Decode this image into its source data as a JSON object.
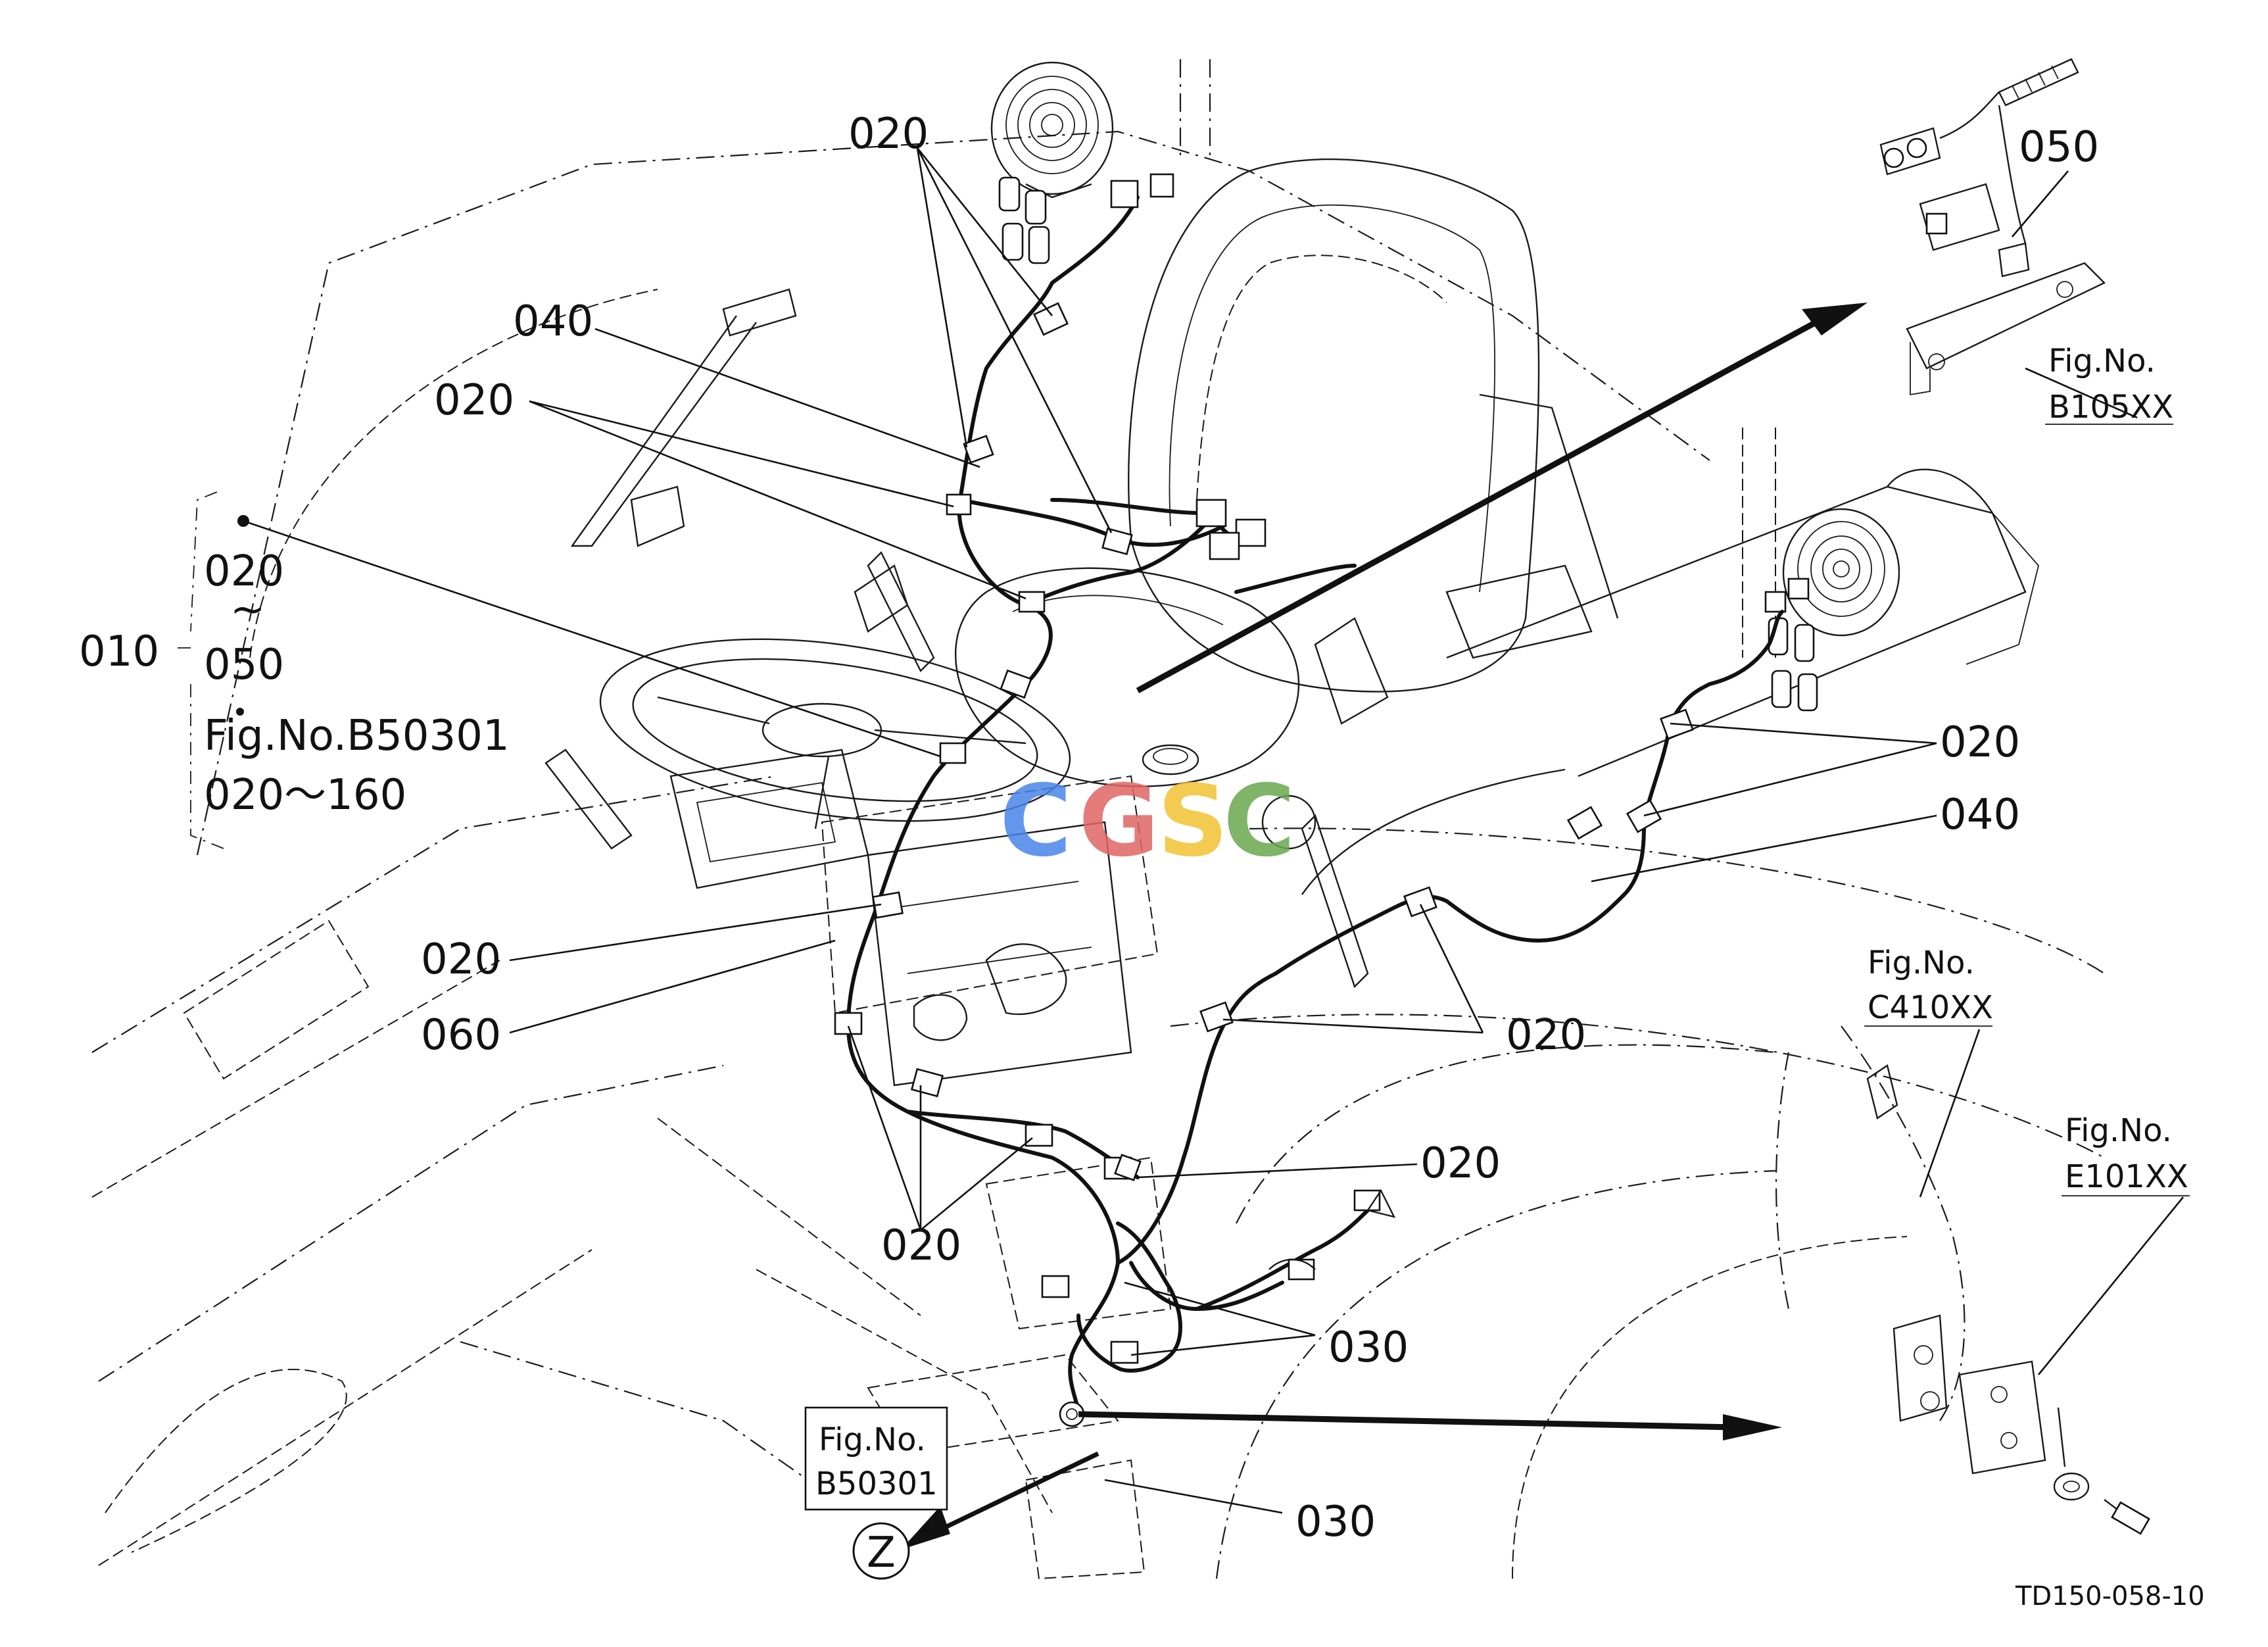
{
  "callouts": {
    "c020_top": "020",
    "c040_left": "040",
    "c020_left": "020",
    "c010": "010",
    "c020_group": "020",
    "tilde": "~",
    "c050_group": "050",
    "fig_b50301_group": "Fig.No.B50301",
    "range_group": "020～160",
    "c050_right": "050",
    "c020_right": "020",
    "c040_right": "040",
    "c020_mid_left": "020",
    "c060": "060",
    "c020_mid_right": "020",
    "c020_lower_right": "020",
    "c020_bottom": "020",
    "c030_right": "030",
    "c030_bottom": "030",
    "z_marker": "Z"
  },
  "figure_refs": {
    "b105": {
      "label": "Fig.No.",
      "code": "B105XX"
    },
    "c410": {
      "label": "Fig.No.",
      "code": "C410XX"
    },
    "e101": {
      "label": "Fig.No.",
      "code": "E101XX"
    },
    "b50301": {
      "label": "Fig.No.",
      "code": "B50301"
    }
  },
  "drawing_code": "TD150-058-10",
  "watermark": {
    "letters": [
      "C",
      "G",
      "S",
      "C"
    ],
    "colors": [
      "#4a86e8",
      "#e06666",
      "#f1c232",
      "#6aa84f"
    ]
  }
}
